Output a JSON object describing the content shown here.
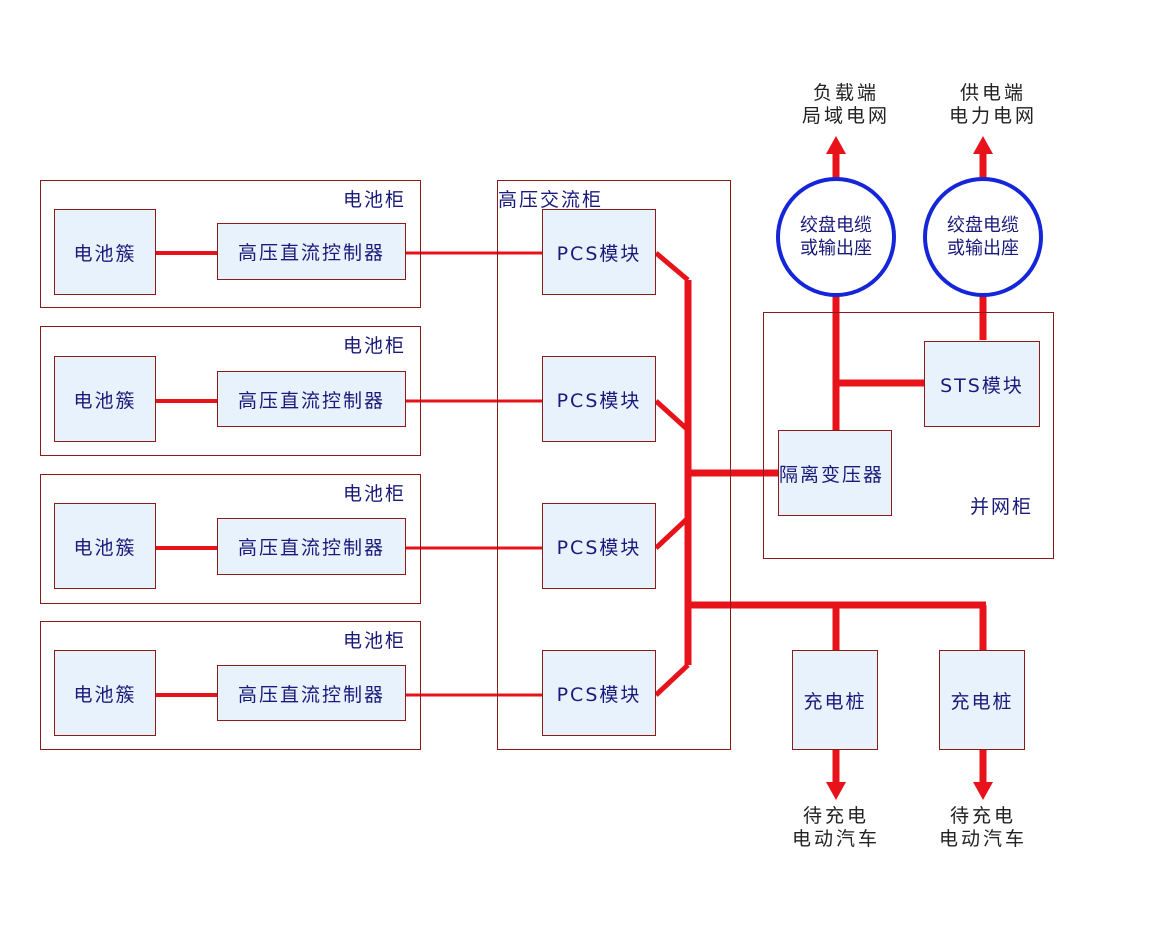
{
  "colors": {
    "wire": "#e8121b",
    "circle": "#1526d9",
    "cabinet_border": "#8b1a1a",
    "box_fill": "#e8f2fd",
    "text": "#1a1a7a"
  },
  "battery_cabinets": [
    {
      "label": "电池柜",
      "cluster": "电池簇",
      "controller": "高压直流控制器"
    },
    {
      "label": "电池柜",
      "cluster": "电池簇",
      "controller": "高压直流控制器"
    },
    {
      "label": "电池柜",
      "cluster": "电池簇",
      "controller": "高压直流控制器"
    },
    {
      "label": "电池柜",
      "cluster": "电池簇",
      "controller": "高压直流控制器"
    }
  ],
  "hv_ac_cabinet": {
    "label": "高压交流柜",
    "modules": [
      "PCS模块",
      "PCS模块",
      "PCS模块",
      "PCS模块"
    ]
  },
  "grid_cabinet": {
    "label": "并网柜",
    "sts": "STS模块",
    "transformer": "隔离变压器"
  },
  "outputs": [
    {
      "circle": [
        "绞盘电缆",
        "或输出座"
      ],
      "destination": [
        "负载端",
        "局域电网"
      ]
    },
    {
      "circle": [
        "绞盘电缆",
        "或输出座"
      ],
      "destination": [
        "供电端",
        "电力电网"
      ]
    }
  ],
  "chargers": [
    {
      "label": "充电桩",
      "target": [
        "待充电",
        "电动汽车"
      ]
    },
    {
      "label": "充电桩",
      "target": [
        "待充电",
        "电动汽车"
      ]
    }
  ]
}
